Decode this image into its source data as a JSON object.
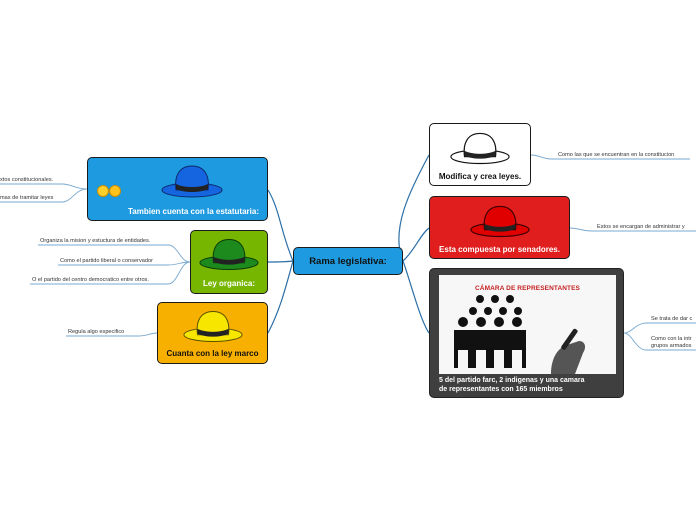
{
  "central": {
    "label": "Rama legislativa:"
  },
  "left_branches": [
    {
      "label": "Tambien cuenta con la estatutaria:",
      "hat_color": "#1565e0",
      "children": [
        "xtos constitucionales.",
        "mas de tramitar leyes"
      ]
    },
    {
      "label": "Ley organica:",
      "hat_color": "#1c8a1c",
      "children": [
        "Organiza la mision y estuctura de entidades.",
        "Como el partido liberal o conservador",
        "O el partido del centro democratico entre otros."
      ]
    },
    {
      "label": "Cuanta con la ley marco",
      "hat_color": "#f6e600",
      "children": [
        "Regula algo especifico"
      ]
    }
  ],
  "right_branches": [
    {
      "label": "Modifica y crea leyes.",
      "hat_color": "#ffffff",
      "children": [
        "Como las que se encuentran en la constitucion"
      ]
    },
    {
      "label": "Esta compuesta por senadores.",
      "hat_color": "#e00000",
      "children": [
        "Estos se encargan de administrar y"
      ]
    },
    {
      "label_line1": "5 del partido farc, 2 indigenas y una camara",
      "label_line2": "de representantes con 165 miembros",
      "image_title": "CÁMARA DE REPRESENTANTES",
      "children": [
        "Se trata de dar c",
        "Como con la intr",
        "grupos armados"
      ]
    }
  ],
  "colors": {
    "branch_line": "#2b6fa8",
    "leaf_line": "#7aa9d0"
  }
}
